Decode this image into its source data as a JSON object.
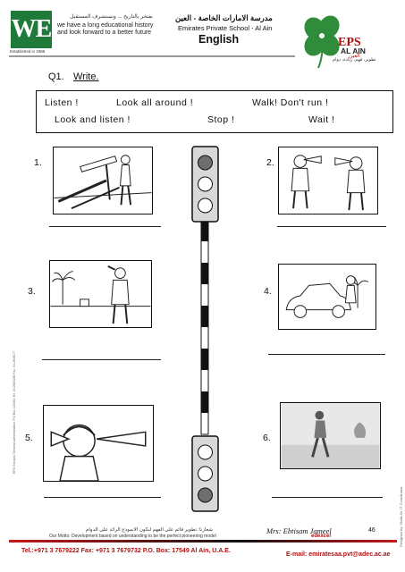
{
  "header": {
    "logo_text": "WE",
    "established": "Established in 1986",
    "tag_ar": "نفتخر بالتاريخ ... ونستشرف المستقبل",
    "tag_en": "we have a long educational history and look forward to a better future",
    "school_ar": "مدرسة الامارات الخاصة - العين",
    "school_en": "Emirates Private School - Al Ain",
    "subject": "English",
    "eps_logo": "EPS",
    "eps_city": "AL AIN",
    "eps_city_ar": "العين",
    "eps_slogan_ar": "تطوير، فهم، ريادة، دوام"
  },
  "question": {
    "label": "Q1.",
    "instruction": "Write."
  },
  "word_bank": {
    "row1": [
      "Listen !",
      "Look all around !",
      "Walk! Don't run !"
    ],
    "row2": [
      "Look and listen !",
      "Stop !",
      "Wait !"
    ]
  },
  "items": [
    {
      "num": "1.",
      "picture": "man-near-railway-crossing"
    },
    {
      "num": "2.",
      "picture": "two-children-with-paper-cones"
    },
    {
      "num": "3.",
      "picture": "man-looking-with-hand-over-eyes"
    },
    {
      "num": "4.",
      "picture": "car-and-man-on-road"
    },
    {
      "num": "5.",
      "picture": "boy-listening-with-hands"
    },
    {
      "num": "6.",
      "picture": "boy-walking-photo"
    }
  ],
  "footer": {
    "teacher": "Mrs: Ebtisam Jameel",
    "motto_ar": "شعارنا: تطوير قائم على الفهم لنكون الانموذج الرائد على الدوام",
    "motto_en": "Our Motto: Development based on understanding to be the perfect pioneering model",
    "partner": "edexcel",
    "page": "46",
    "contact": "Tel.:+971 3 7679222  Fax: +971 3 7679732  P.O. Box: 17549 Al Ain, U.A.E.",
    "email": "E-mail: emiratesaa.pvt@adec.ac.ae",
    "side_note": "EPS Groups | General administration: P.O Box 115444 Tel: 04 2648188 Fax: 04 2648177",
    "designed_by": "Designed by: Shaik Ali, IT Coordinator"
  },
  "colors": {
    "we_green": "#1f7a3a",
    "accent_red": "#b01010"
  }
}
